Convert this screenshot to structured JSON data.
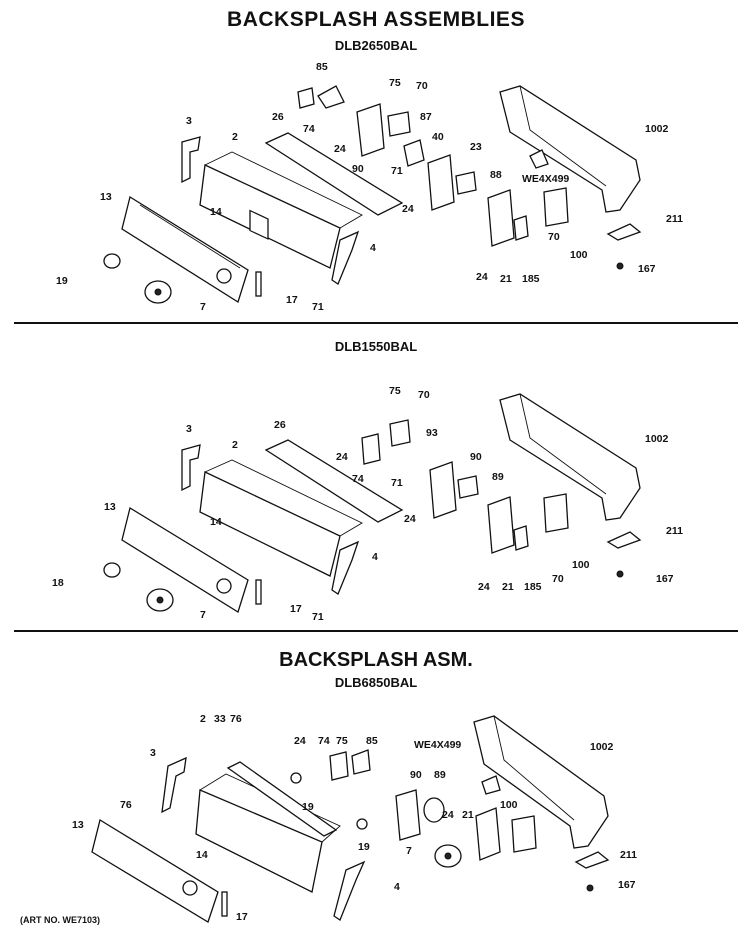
{
  "titles": {
    "main": "BACKSPLASH ASSEMBLIES",
    "model1": "DLB2650BAL",
    "model2": "DLB1550BAL",
    "section2": "BACKSPLASH ASM.",
    "model3": "DLB6850BAL"
  },
  "footer": {
    "art_no": "(ART NO. WE7103)"
  },
  "sections": [
    {
      "labels": [
        "85",
        "75",
        "70",
        "3",
        "2",
        "26",
        "74",
        "87",
        "40",
        "1002",
        "24",
        "90",
        "23",
        "71",
        "88",
        "WE4X499",
        "24",
        "13",
        "14",
        "211",
        "4",
        "100",
        "24",
        "21",
        "185",
        "70",
        "19",
        "167",
        "7",
        "17",
        "71"
      ]
    },
    {
      "labels": [
        "75",
        "70",
        "3",
        "2",
        "26",
        "93",
        "1002",
        "24",
        "90",
        "74",
        "71",
        "89",
        "24",
        "13",
        "14",
        "211",
        "4",
        "100",
        "24",
        "21",
        "70",
        "185",
        "18",
        "167",
        "7",
        "17",
        "71"
      ]
    },
    {
      "labels": [
        "2",
        "33",
        "76",
        "24",
        "74",
        "75",
        "85",
        "1002",
        "3",
        "WE4X499",
        "90",
        "89",
        "76",
        "19",
        "100",
        "24",
        "21",
        "13",
        "19",
        "7",
        "211",
        "14",
        "4",
        "167",
        "17"
      ]
    }
  ]
}
